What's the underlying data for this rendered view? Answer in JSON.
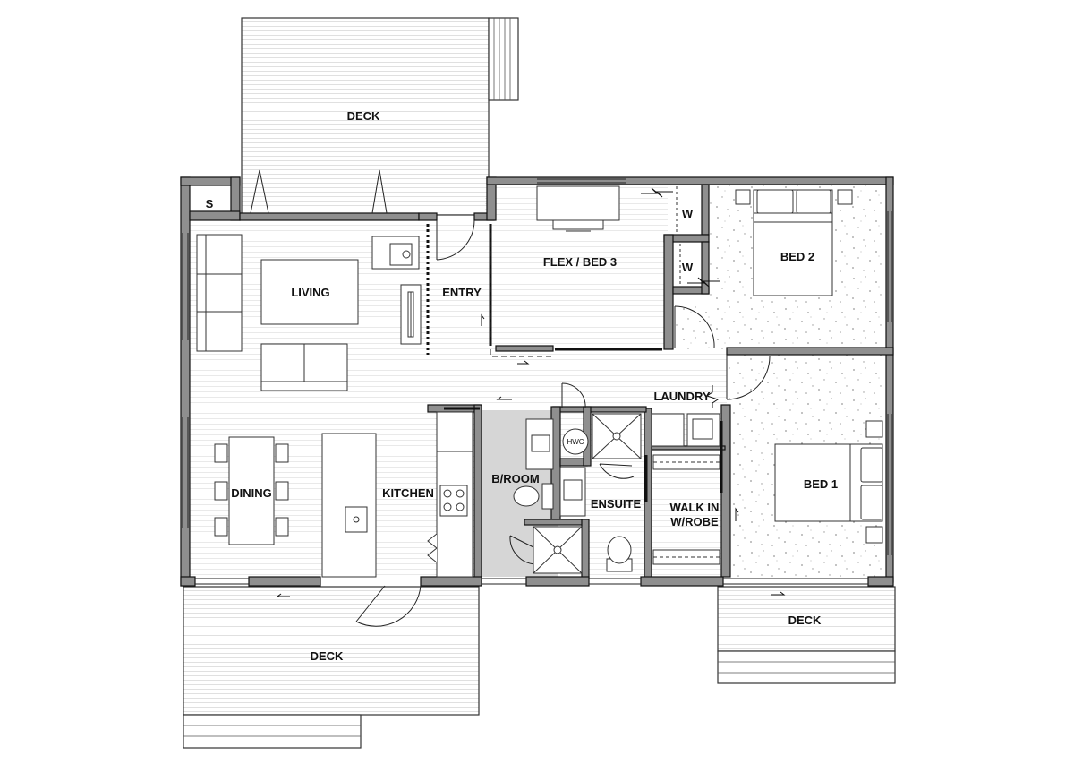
{
  "rooms": {
    "deck_top": "DECK",
    "store": "S",
    "living": "LIVING",
    "entry": "ENTRY",
    "flex": "FLEX / BED 3",
    "wardrobe_1": "W",
    "wardrobe_2": "W",
    "bed2": "BED 2",
    "dining": "DINING",
    "kitchen": "KITCHEN",
    "bathroom": "B/ROOM",
    "hwc": "HWC",
    "ensuite": "ENSUITE",
    "laundry": "LAUNDRY",
    "walk_in_line1": "WALK IN",
    "walk_in_line2": "W/ROBE",
    "bed1": "BED 1",
    "deck_bottom_left": "DECK",
    "deck_bottom_right": "DECK"
  },
  "colors": {
    "wall": "#8f8f8f",
    "wall_outline": "#111111",
    "tile_floor": "#d6d6d6",
    "carpet_speckle": "#9a9a9a",
    "timber_line": "#e3e3e3",
    "line": "#333333"
  }
}
